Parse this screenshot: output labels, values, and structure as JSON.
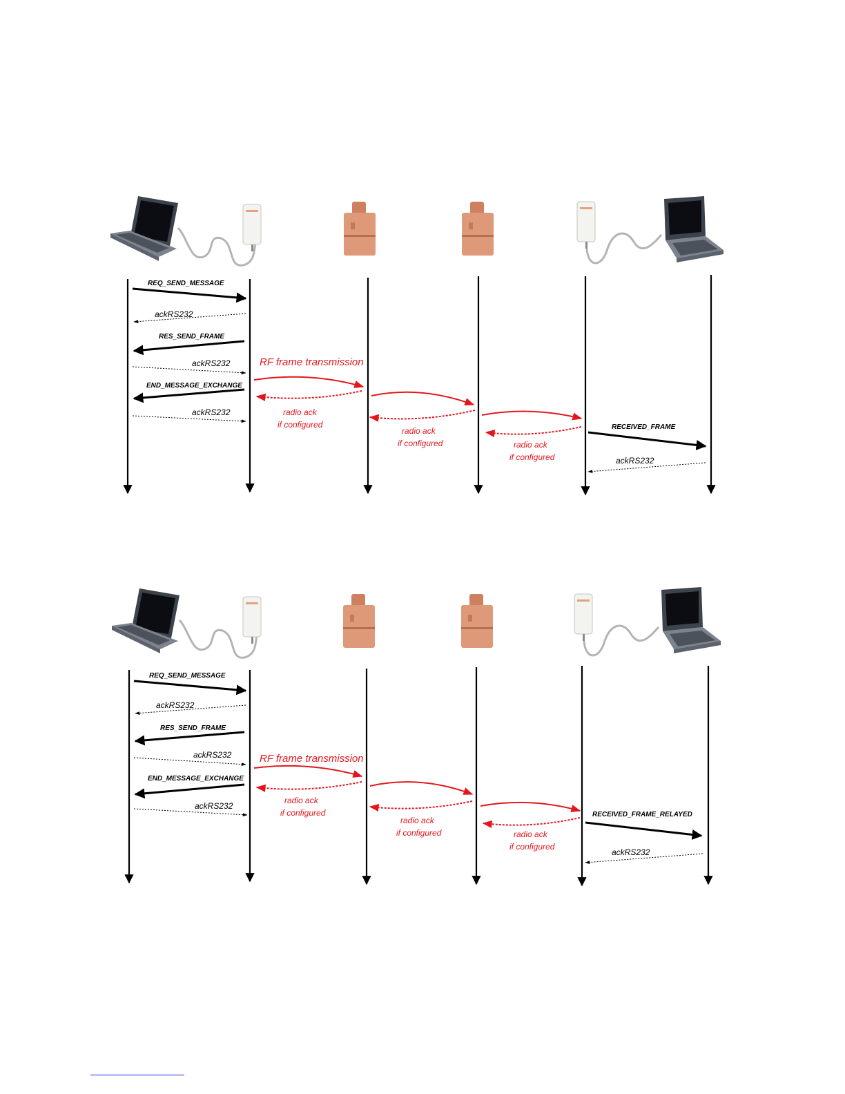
{
  "diagrams": [
    {
      "messages": {
        "req": "REQ_SEND_MESSAGE",
        "ack1": "ackRS232",
        "res": "RES_SEND_FRAME",
        "ack2": "ackRS232",
        "end": "END_MESSAGE_EXCHANGE",
        "ack3": "ackRS232",
        "received": "RECEIVED_FRAME",
        "ack4": "ackRS232"
      },
      "rf_label": "RF frame transmission",
      "radio_ack_line1": "radio ack",
      "radio_ack_line2": "if configured"
    },
    {
      "messages": {
        "req": "REQ_SEND_MESSAGE",
        "ack1": "ackRS232",
        "res": "RES_SEND_FRAME",
        "ack2": "ackRS232",
        "end": "END_MESSAGE_EXCHANGE",
        "ack3": "ackRS232",
        "received": "RECEIVED_FRAME_RELAYED",
        "ack4": "ackRS232"
      },
      "rf_label": "RF frame transmission",
      "radio_ack_line1": "radio ack",
      "radio_ack_line2": "if configured"
    }
  ],
  "devices": [
    "laptop-icon",
    "radio-modem-icon",
    "repeater-icon",
    "repeater-icon",
    "radio-modem-icon",
    "laptop-icon"
  ],
  "colors": {
    "message": "#000000",
    "radio": "#e4161c",
    "repeater": "#d9926e",
    "modem": "#f2f2ee"
  }
}
